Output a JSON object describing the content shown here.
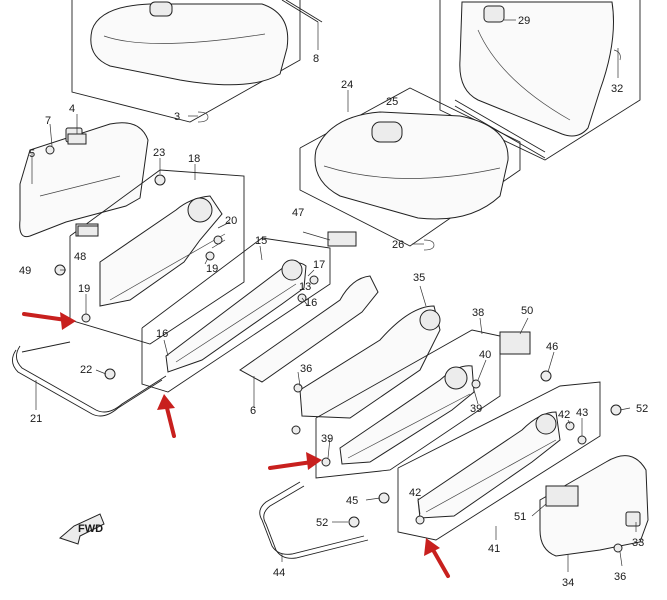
{
  "diagram": {
    "callouts": [
      "3",
      "4",
      "5",
      "6",
      "7",
      "8",
      "13",
      "15",
      "16",
      "16",
      "17",
      "18",
      "19",
      "19",
      "20",
      "21",
      "22",
      "23",
      "24",
      "25",
      "26",
      "29",
      "32",
      "33",
      "34",
      "35",
      "36",
      "36",
      "38",
      "39",
      "39",
      "40",
      "41",
      "42",
      "42",
      "43",
      "44",
      "45",
      "46",
      "47",
      "48",
      "49",
      "50",
      "51",
      "52",
      "52"
    ],
    "fwd_marker": "FWD",
    "highlight_color": "#c8201e"
  }
}
